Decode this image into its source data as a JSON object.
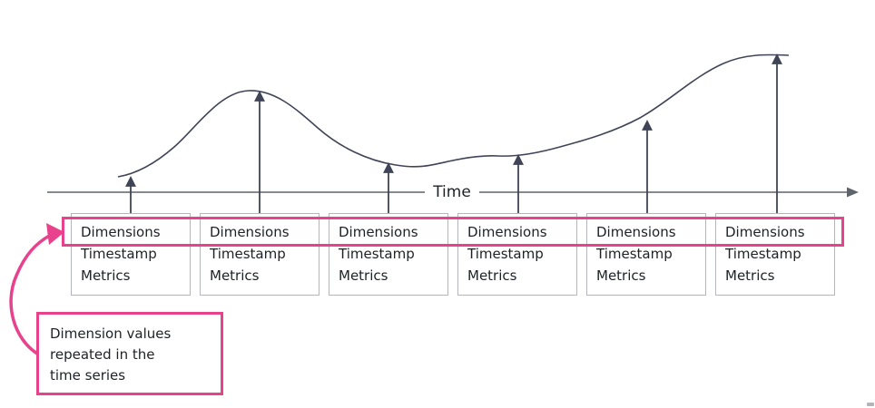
{
  "axis": {
    "label": "Time"
  },
  "records": [
    {
      "lines": [
        "Dimensions",
        "Timestamp",
        "Metrics"
      ]
    },
    {
      "lines": [
        "Dimensions",
        "Timestamp",
        "Metrics"
      ]
    },
    {
      "lines": [
        "Dimensions",
        "Timestamp",
        "Metrics"
      ]
    },
    {
      "lines": [
        "Dimensions",
        "Timestamp",
        "Metrics"
      ]
    },
    {
      "lines": [
        "Dimensions",
        "Timestamp",
        "Metrics"
      ]
    },
    {
      "lines": [
        "Dimensions",
        "Timestamp",
        "Metrics"
      ]
    }
  ],
  "callout": {
    "lines": [
      "Dimension values",
      "repeated in the",
      "time series"
    ]
  },
  "colors": {
    "accent_pink": "#e8428c",
    "curve_stroke": "#3f4456",
    "axis_stroke": "#5f636c",
    "box_border": "#b3b6bd",
    "text": "#1e2126"
  }
}
